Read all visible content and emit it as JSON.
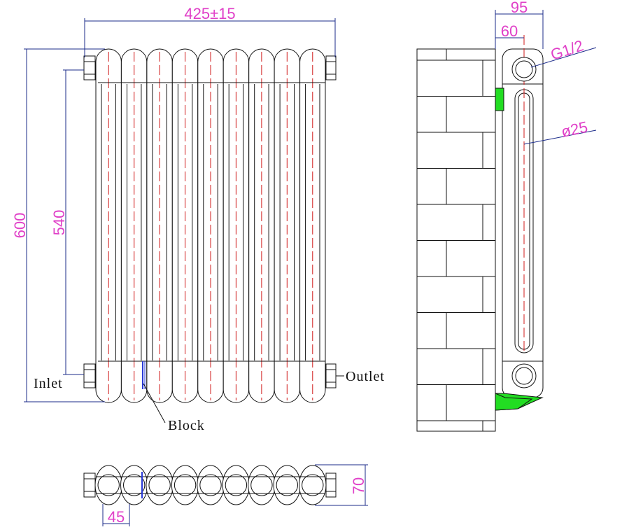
{
  "dimensions": {
    "overall_width": "425±15",
    "overall_height": "600",
    "pipe_centres": "540",
    "depth": "95",
    "inner_depth": "60",
    "connection": "G1/2",
    "tube_diameter": "ø25",
    "section_depth": "70",
    "section_pitch": "45"
  },
  "labels": {
    "inlet": "Inlet",
    "outlet": "Outlet",
    "block": "Block"
  },
  "colors": {
    "outline": "#111111",
    "dimension_line": "#1b2b8a",
    "dimension_text": "#e040c8",
    "centerline": "#d01818",
    "block_mark": "#2a3bd8",
    "bracket": "#22dd22"
  },
  "drawing": {
    "section_count": 9
  }
}
